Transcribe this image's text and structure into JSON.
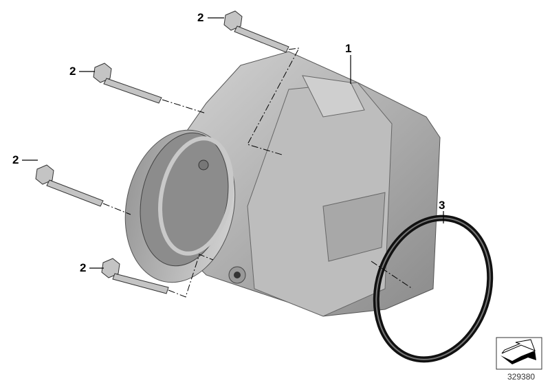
{
  "callouts": [
    {
      "number": "1",
      "part": "throttle-body"
    },
    {
      "number": "2",
      "part": "bolt"
    },
    {
      "number": "3",
      "part": "seal-ring"
    }
  ],
  "labels": {
    "one": "1",
    "two": "2",
    "three": "3"
  },
  "reference_number": "329380",
  "icon": "navigation-arrow-icon",
  "colors": {
    "part_fill": "#b4b4b4",
    "part_dark": "#6e6e6e",
    "line": "#000000"
  }
}
